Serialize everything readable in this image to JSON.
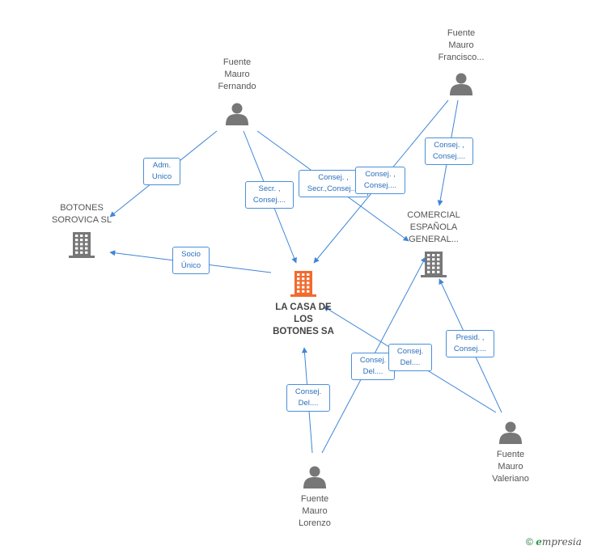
{
  "colors": {
    "edge": "#3f86d6",
    "person": "#777777",
    "company": "#777777",
    "main_company": "#f26a2e"
  },
  "nodes": {
    "fernando": {
      "type": "person",
      "label": [
        "Fuente",
        "Mauro",
        "Fernando"
      ]
    },
    "francisco": {
      "type": "person",
      "label": [
        "Fuente",
        "Mauro",
        "Francisco..."
      ]
    },
    "lorenzo": {
      "type": "person",
      "label": [
        "Fuente",
        "Mauro",
        "Lorenzo"
      ]
    },
    "valeriano": {
      "type": "person",
      "label": [
        "Fuente",
        "Mauro",
        "Valeriano"
      ]
    },
    "botones_sorovica": {
      "type": "company",
      "label": [
        "BOTONES",
        "SOROVICA SL"
      ]
    },
    "la_casa": {
      "type": "main",
      "label": [
        "LA CASA DE",
        "LOS",
        "BOTONES SA"
      ]
    },
    "comercial": {
      "type": "company",
      "label": [
        "COMERCIAL",
        "ESPAÑOLA",
        "GENERAL..."
      ]
    }
  },
  "edges": [
    {
      "from": "fernando",
      "to": "botones_sorovica",
      "label": [
        "Adm.",
        "Unico"
      ]
    },
    {
      "from": "fernando",
      "to": "la_casa",
      "label": [
        "Secr. ,",
        "Consej...."
      ]
    },
    {
      "from": "fernando",
      "to": "comercial",
      "label": [
        "Consej. ,",
        "Secr.,Consej...."
      ]
    },
    {
      "from": "francisco",
      "to": "la_casa",
      "label": [
        "Consej. ,",
        "Consej...."
      ]
    },
    {
      "from": "francisco",
      "to": "comercial",
      "label": [
        "Consej. ,",
        "Consej...."
      ]
    },
    {
      "from": "la_casa",
      "to": "botones_sorovica",
      "label": [
        "Socio",
        "Único"
      ]
    },
    {
      "from": "lorenzo",
      "to": "la_casa",
      "label": [
        "Consej.",
        "Del...."
      ]
    },
    {
      "from": "lorenzo",
      "to": "comercial",
      "label": [
        "Consej.",
        "Del...."
      ]
    },
    {
      "from": "valeriano",
      "to": "la_casa",
      "label": [
        "Consej.",
        "Del...."
      ]
    },
    {
      "from": "valeriano",
      "to": "comercial",
      "label": [
        "Presid. ,",
        "Consej...."
      ]
    }
  ],
  "footer": {
    "copyright": "©",
    "brand_initial": "e",
    "brand_rest": "mpresia"
  }
}
